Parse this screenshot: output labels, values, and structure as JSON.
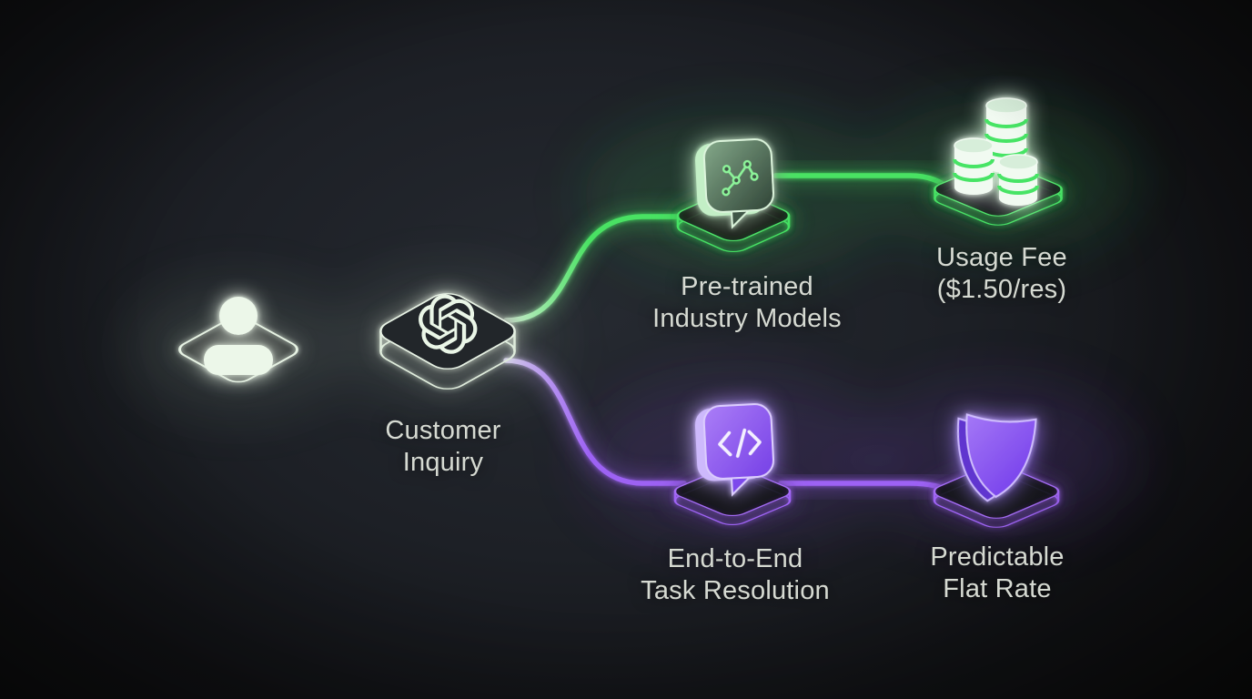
{
  "diagram": {
    "title": "Customer inquiry pricing branch diagram",
    "theme": "dark-neon-isometric"
  },
  "colors": {
    "background_center": "#262a31",
    "background_edge": "#0b0b09",
    "pale_glow": "#eaf6e7",
    "green_accent": "#4ae263",
    "purple_accent": "#9d62f4",
    "purple_fill": "#8756f1",
    "label_text": "#d6dad2"
  },
  "nodes": {
    "customer": {
      "line1": "Customer",
      "line2": "Inquiry"
    },
    "pretrained": {
      "line1": "Pre-trained",
      "line2": "Industry Models"
    },
    "usage_fee": {
      "line1": "Usage Fee",
      "line2": "($1.50/res)"
    },
    "end_to_end": {
      "line1": "End-to-End",
      "line2": "Task Resolution"
    },
    "flat_rate": {
      "line1": "Predictable",
      "line2": "Flat Rate"
    }
  },
  "icons": {
    "customer": "user-icon",
    "hub": "openai-logo-icon",
    "pretrained": "network-chat-bubble-icon",
    "usage_fee": "coin-stacks-icon",
    "end_to_end": "code-chat-bubble-icon",
    "flat_rate": "shield-icon"
  },
  "branches": {
    "top": {
      "color": "#4ae263",
      "path": "customer → hub → pre-trained industry models → usage fee"
    },
    "bottom": {
      "color": "#9d62f4",
      "path": "customer → hub → end-to-end task resolution → predictable flat rate"
    }
  }
}
